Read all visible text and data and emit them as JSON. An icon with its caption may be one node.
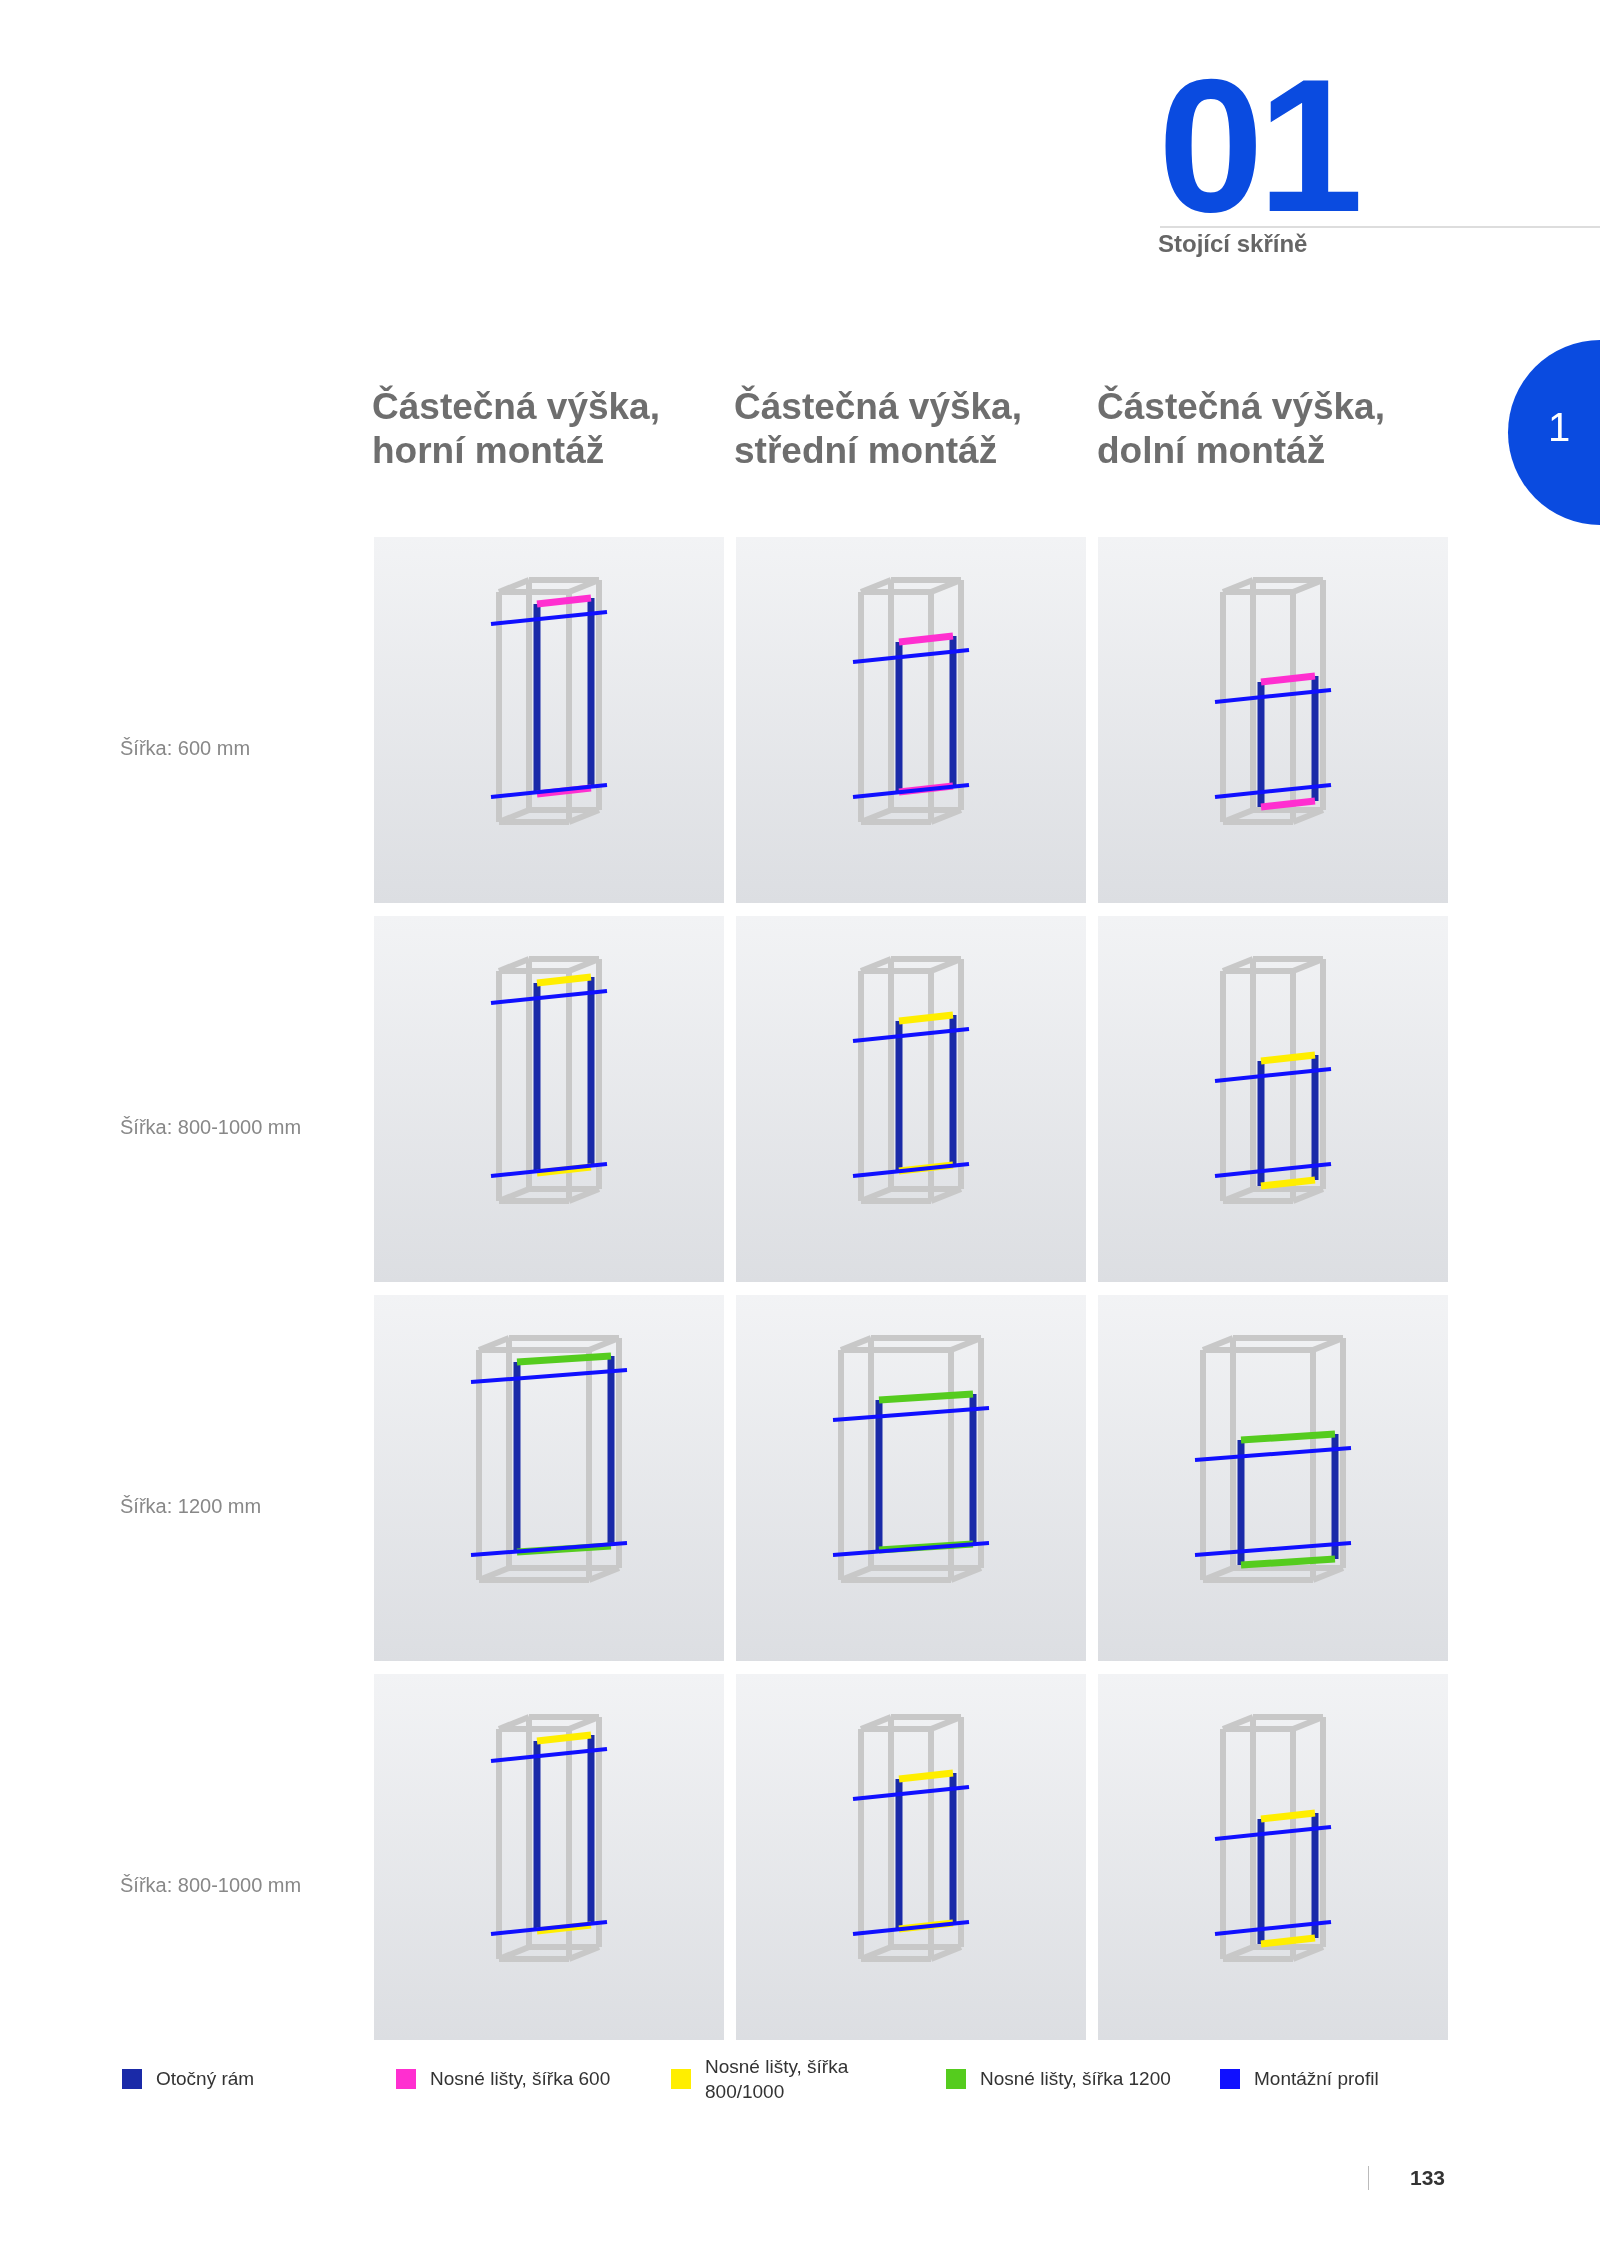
{
  "diagram": {
    "labels": [
      "01",
      "Stojící skříně",
      "1",
      "Částečná výška, horní montáž",
      "Částečná výška, střední montáž",
      "Částečná výška, dolní montáž",
      "Šířka: 600 mm",
      "Šířka: 800-1000 mm",
      "Šířka: 1200 mm",
      "Šířka: 800-1000 mm",
      "133"
    ],
    "legend": [
      {
        "text": "Otočný rám",
        "color": "#1a2aa8"
      },
      {
        "text": "Nosné lišty, šířka 600",
        "color": "#ff2fd0"
      },
      {
        "text": "Nosné lišty, šířka 800/1000",
        "color": "#ffee00"
      },
      {
        "text": "Nosné lišty, šířka 1200",
        "color": "#55cc1e"
      },
      {
        "text": "Montážní profil",
        "color": "#1010ff"
      }
    ]
  }
}
